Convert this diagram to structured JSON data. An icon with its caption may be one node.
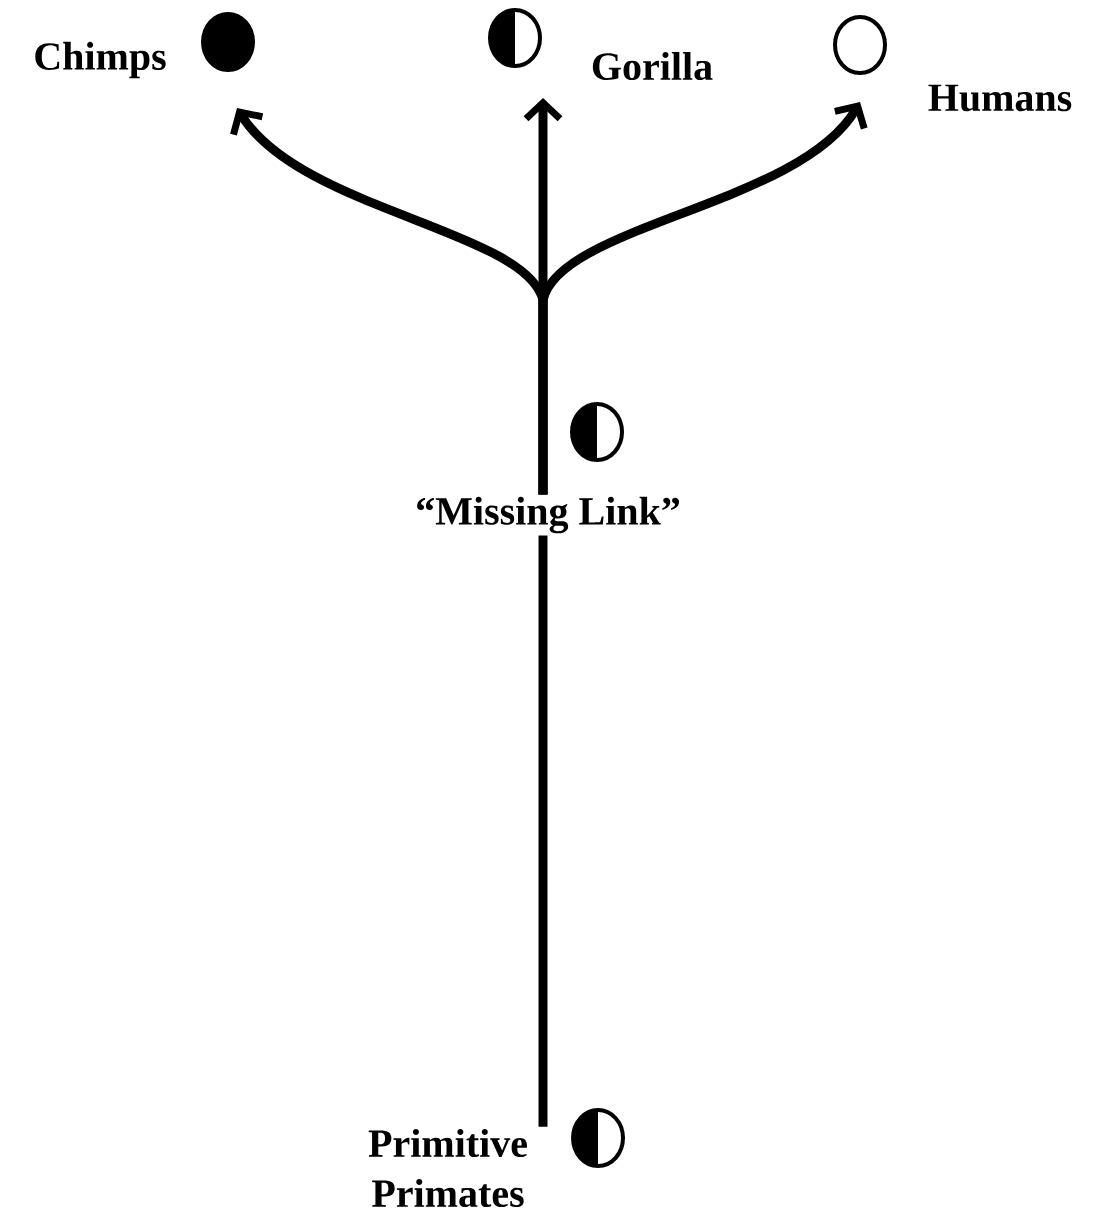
{
  "diagram": {
    "nodes": [
      {
        "text": [
          "Chimps"
        ]
      },
      {
        "text": [
          "Gorilla"
        ]
      },
      {
        "text": [
          "Humans"
        ]
      },
      {
        "text": [
          "“Missing Link”"
        ]
      },
      {
        "text": [
          "Primitive Primates"
        ]
      }
    ],
    "edges": [
      {
        "from": 4,
        "to": 3,
        "arrow": "none"
      },
      {
        "from": 3,
        "to": 0,
        "arrow": "to"
      },
      {
        "from": 3,
        "to": 1,
        "arrow": "to"
      },
      {
        "from": 3,
        "to": 2,
        "arrow": "to"
      }
    ]
  }
}
